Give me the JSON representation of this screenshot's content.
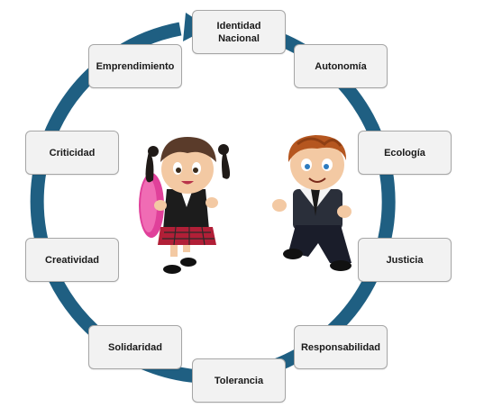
{
  "diagram": {
    "ring_color": "#1f5f82",
    "node_fill": "#f2f2f2",
    "node_border": "#a6a6a6",
    "nodes": [
      {
        "id": "identidad",
        "label": "Identidad\nNacional"
      },
      {
        "id": "autonomia",
        "label": "Autonomía"
      },
      {
        "id": "ecologia",
        "label": "Ecología"
      },
      {
        "id": "justicia",
        "label": "Justicia"
      },
      {
        "id": "responsabilidad",
        "label": "Responsabilidad"
      },
      {
        "id": "tolerancia",
        "label": "Tolerancia"
      },
      {
        "id": "solidaridad",
        "label": "Solidaridad"
      },
      {
        "id": "creatividad",
        "label": "Creatividad"
      },
      {
        "id": "criticidad",
        "label": "Criticidad"
      },
      {
        "id": "emprendimiento",
        "label": "Emprendimiento"
      }
    ],
    "illustrations": [
      "girl-student-with-backpack",
      "boy-student-with-backpack"
    ]
  }
}
